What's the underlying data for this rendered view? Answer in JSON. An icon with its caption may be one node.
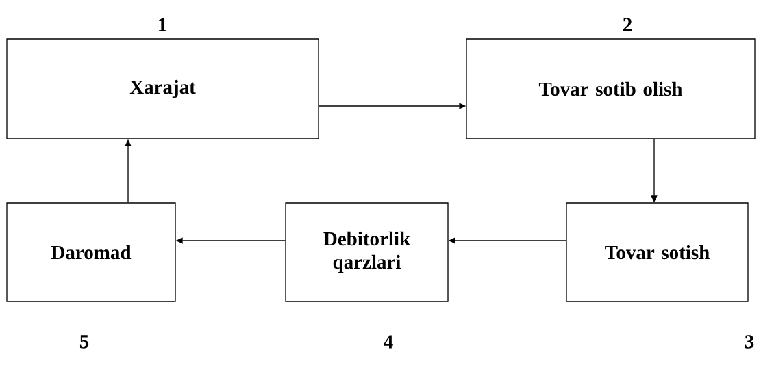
{
  "diagram": {
    "nodes": [
      {
        "text": [
          "Xarajat"
        ]
      },
      {
        "text": [
          "Tovar sotib olish"
        ]
      },
      {
        "text": [
          "Tovar sotish"
        ]
      },
      {
        "text": [
          "Debitorlik qarzlari"
        ]
      },
      {
        "text": [
          "Daromad"
        ]
      }
    ],
    "edges": [
      {
        "from": 0,
        "to": 1,
        "arrow": "to"
      },
      {
        "from": 1,
        "to": 2,
        "arrow": "to"
      },
      {
        "from": 2,
        "to": 3,
        "arrow": "to"
      },
      {
        "from": 3,
        "to": 4,
        "arrow": "to"
      },
      {
        "from": 4,
        "to": 0,
        "arrow": "to"
      }
    ],
    "labels": [
      "1",
      "2",
      "5",
      "4",
      "3"
    ]
  }
}
